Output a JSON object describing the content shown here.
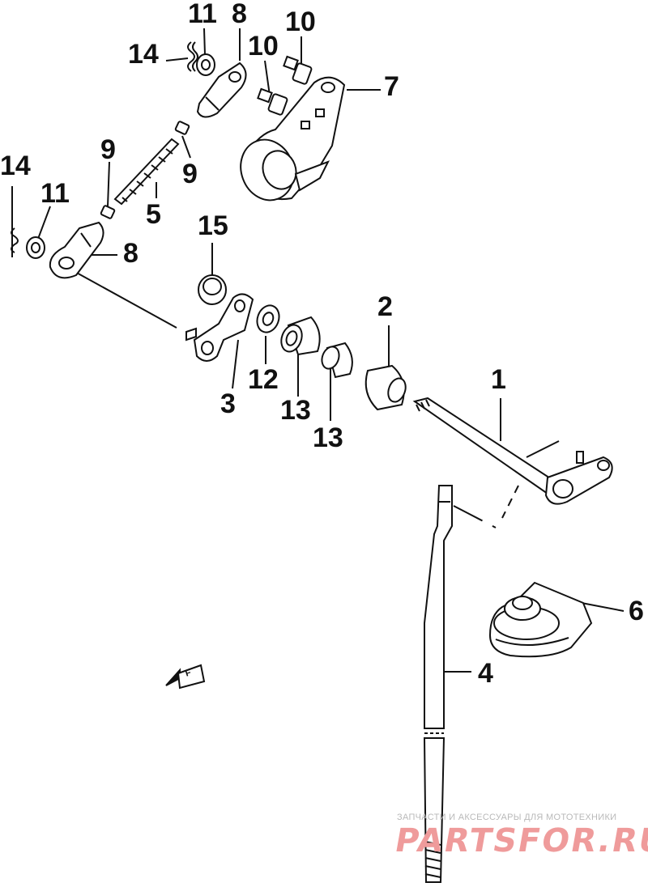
{
  "callouts": {
    "c1": "1",
    "c2": "2",
    "c3": "3",
    "c4": "4",
    "c5": "5",
    "c6": "6",
    "c7": "7",
    "c8a": "8",
    "c8b": "8",
    "c9a": "9",
    "c9b": "9",
    "c10a": "10",
    "c10b": "10",
    "c11a": "11",
    "c11b": "11",
    "c12": "12",
    "c13a": "13",
    "c13b": "13",
    "c14a": "14",
    "c14b": "14",
    "c15": "15"
  },
  "watermark": {
    "tagline": "ЗАПЧАСТИ И АКСЕССУАРЫ ДЛЯ МОТОТЕХНИКИ",
    "brand": "PARTSFOR.RU"
  },
  "fwd_badge": "F"
}
